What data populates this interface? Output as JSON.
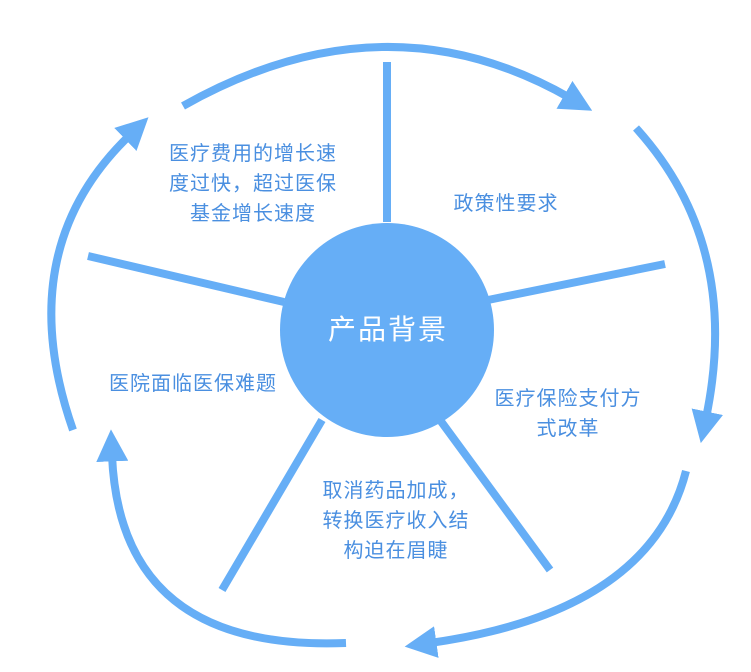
{
  "diagram": {
    "center": "产品背景",
    "factors": [
      "医疗费用的增长速度过快，超过医保基金增长速度",
      "政策性要求",
      "医疗保险支付方式改革",
      "取消药品加成，转换医疗收入结构迫在眉睫",
      "医院面临医保难题"
    ]
  },
  "colors": {
    "accent": "#66aef6",
    "text": "#4a8fe0"
  }
}
